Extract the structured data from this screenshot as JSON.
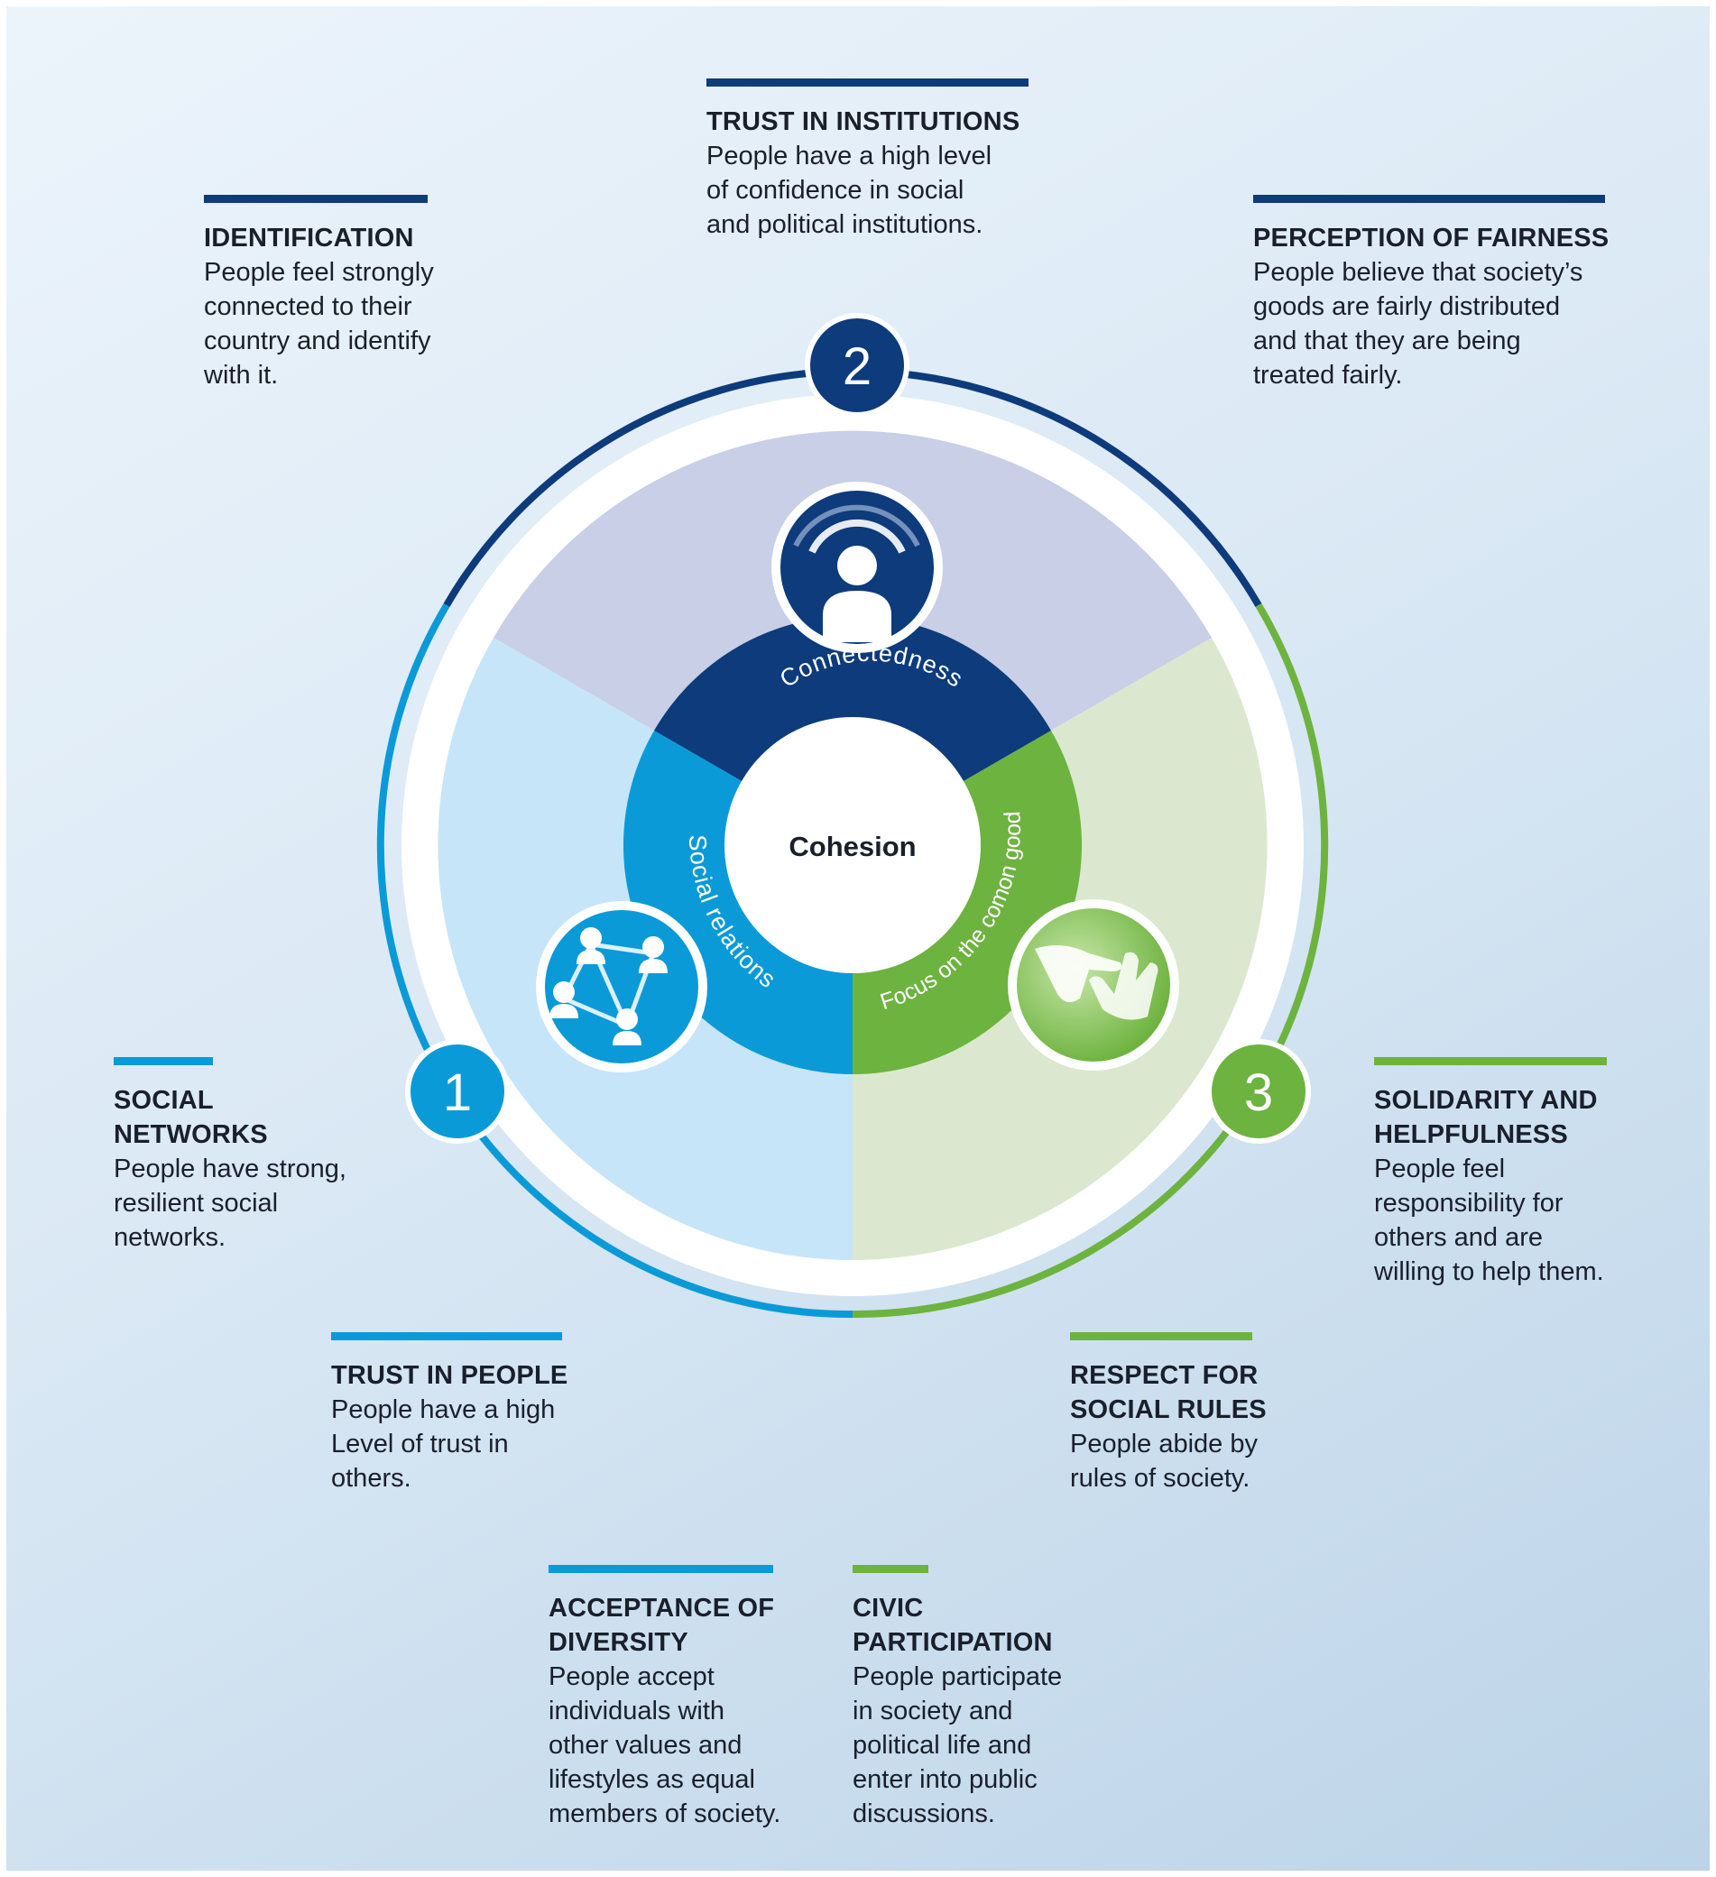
{
  "center_label": "Cohesion",
  "segments": [
    {
      "id": "1",
      "name": "Social relations",
      "color": "#0b9ad8"
    },
    {
      "id": "2",
      "name": "Connectedness",
      "color": "#0d3b7c"
    },
    {
      "id": "3",
      "name": "Focus on the comon good",
      "color": "#6db33f"
    }
  ],
  "icons": {
    "social_relations": "network-people-icon",
    "connectedness": "person-signal-icon",
    "common_good": "helping-hands-icon"
  },
  "labels": {
    "trust_in_institutions": {
      "title": "TRUST IN INSTITUTIONS",
      "desc": "People have a high level\nof confidence in social\nand political institutions."
    },
    "identification": {
      "title": "IDENTIFICATION",
      "desc": "People feel strongly\nconnected to their\ncountry and identify\nwith it."
    },
    "perception_of_fairness": {
      "title": "PERCEPTION OF FAIRNESS",
      "desc": "People believe that society’s\ngoods are fairly distributed\nand that they are being\ntreated fairly."
    },
    "social_networks": {
      "title": "SOCIAL\nNETWORKS",
      "desc": "People have strong,\nresilient social\nnetworks."
    },
    "solidarity": {
      "title": "SOLIDARITY AND\nHELPFULNESS",
      "desc": "People feel\nresponsibility for\nothers and are\nwilling to help them."
    },
    "trust_in_people": {
      "title": "TRUST IN PEOPLE",
      "desc": "People have a high\nLevel of trust in\nothers."
    },
    "respect_rules": {
      "title": "RESPECT FOR\nSOCIAL RULES",
      "desc": "People abide by\nrules of society."
    },
    "acceptance_diversity": {
      "title": "ACCEPTANCE OF\nDIVERSITY",
      "desc": "People accept\nindividuals with\nother values and\nlifestyles as equal\nmembers of society."
    },
    "civic_participation": {
      "title": "CIVIC\nPARTICIPATION",
      "desc": "People participate\nin society and\npolitical life and\nenter into public\ndiscussions."
    }
  }
}
